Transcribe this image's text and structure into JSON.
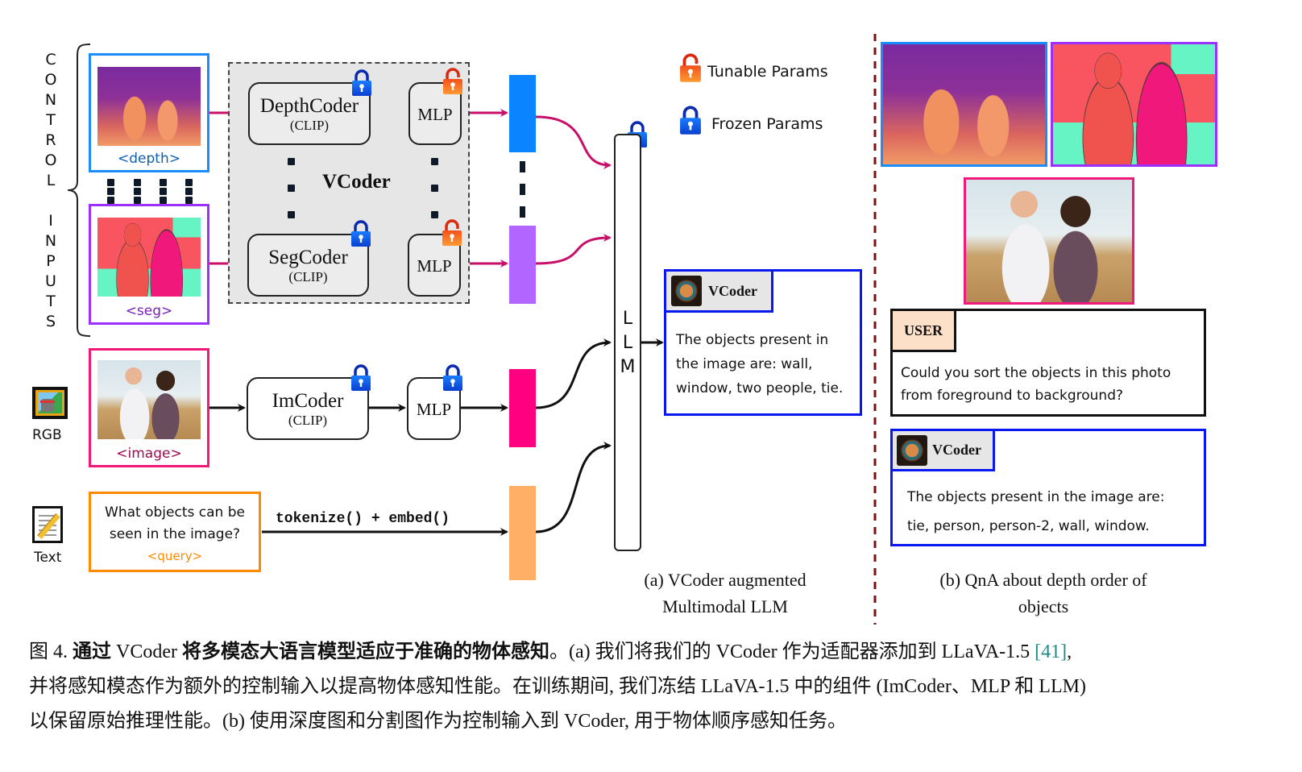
{
  "legend": {
    "tunable": "Tunable Params",
    "frozen": "Frozen Params"
  },
  "colors": {
    "depth": "#1a8cff",
    "seg": "#9b30ff",
    "image": "#f0187a",
    "query": "#ff8a00",
    "pink_arrow": "#c8106a",
    "chat_blue": "#0a18f0",
    "divider": "#7a1010"
  },
  "left_labels": {
    "control": [
      "C",
      "O",
      "N",
      "T",
      "R",
      "O",
      "L"
    ],
    "inputs": [
      "I",
      "N",
      "P",
      "U",
      "T",
      "S"
    ],
    "rgb": "RGB",
    "text": "Text"
  },
  "inputs": {
    "depth_tag": "<depth>",
    "seg_tag": "<seg>",
    "image_tag": "<image>",
    "query_line1": "What objects can be",
    "query_line2": "seen in the image?",
    "query_tag": "<query>"
  },
  "vcoder": {
    "title": "VCoder",
    "depth_coder": "DepthCoder",
    "seg_coder": "SegCoder",
    "clip": "(CLIP)",
    "mlp": "MLP"
  },
  "imcoder": {
    "name": "ImCoder",
    "clip": "(CLIP)",
    "mlp": "MLP"
  },
  "tokenize": "tokenize() + embed()",
  "llm": [
    "L",
    "L",
    "M"
  ],
  "panel_a": {
    "bot_name": "VCoder",
    "response_lines": [
      "The objects present in",
      "the image are: wall,",
      "window, two people, tie."
    ],
    "caption_line1": "(a) VCoder augmented",
    "caption_line2": "Multimodal LLM"
  },
  "panel_b": {
    "user_label": "USER",
    "user_lines": [
      "Could you sort the objects in this photo",
      "from foreground to background?"
    ],
    "bot_name": "VCoder",
    "response_lines": [
      "The objects present in the image are:",
      "tie, person, person-2, wall, window."
    ],
    "caption_line1": "(b) QnA about depth order of",
    "caption_line2": "objects"
  },
  "figure_caption": {
    "label": "图 4.",
    "bold_1": "通过",
    "plain_1": " VCoder ",
    "bold_2": "将多模态大语言模型适应于准确的物体感知",
    "line1_rest": "。(a) 我们将我们的 VCoder 作为适配器添加到 LLaVA-1.5 ",
    "cite": "[41]",
    "line1_end": ",",
    "line2": "并将感知模态作为额外的控制输入以提高物体感知性能。在训练期间, 我们冻结 LLaVA-1.5 中的组件 (ImCoder、MLP 和 LLM)",
    "line3": "以保留原始推理性能。(b) 使用深度图和分割图作为控制输入到 VCoder, 用于物体顺序感知任务。"
  }
}
